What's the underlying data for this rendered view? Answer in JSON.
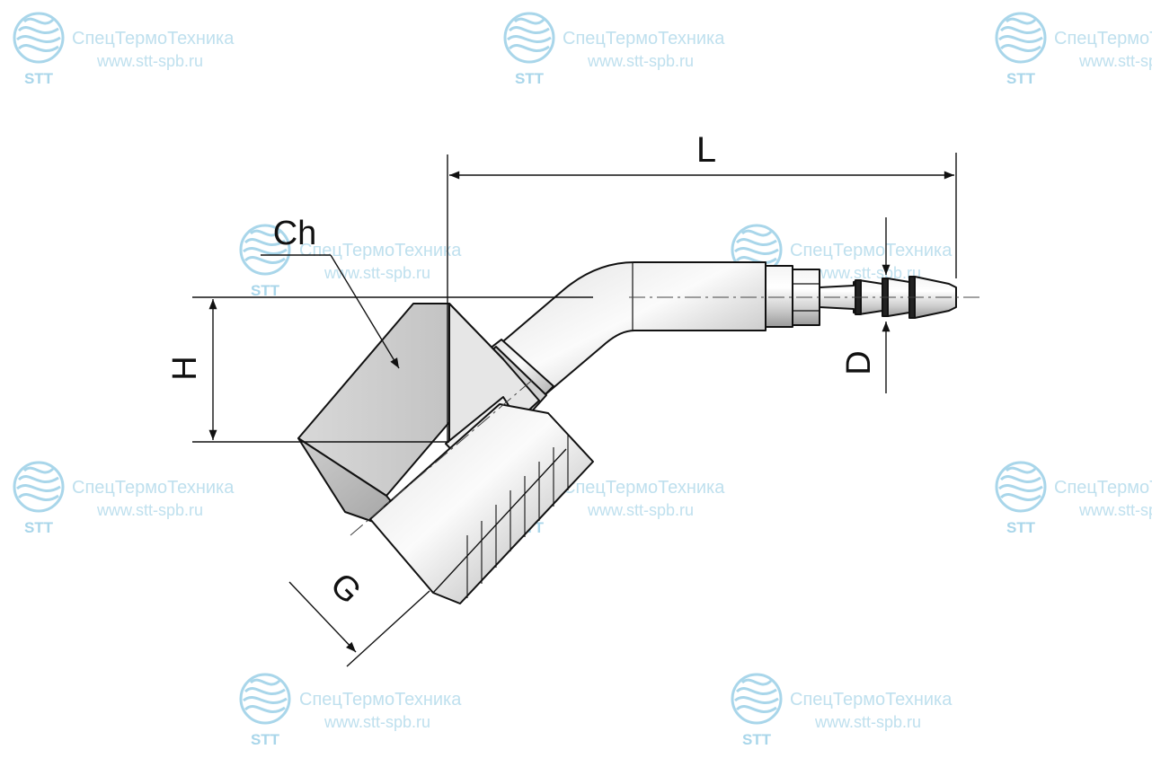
{
  "watermark": {
    "company": "СпецТермоТехника",
    "url": "www.stt-spb.ru",
    "logo_text": "STT",
    "logo_icon": "stt-wave-logo-icon",
    "color": "#a9d6ea"
  },
  "drawing": {
    "subject": "45-degree elbow hose fitting with female hex nut and barbed hose tail",
    "line_color": "#111111"
  },
  "dimensions": {
    "L": "L",
    "Ch": "Ch",
    "H": "H",
    "D": "D",
    "G": "G"
  }
}
